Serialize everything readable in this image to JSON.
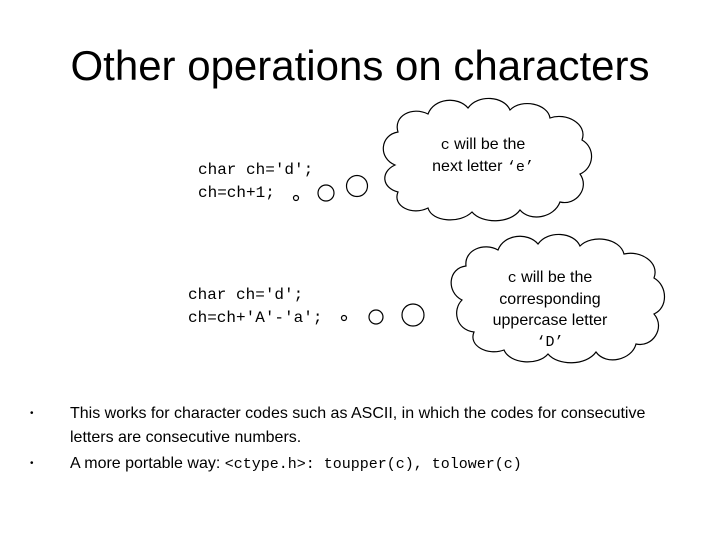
{
  "slide": {
    "title": "Other operations on characters"
  },
  "example1": {
    "code_line1": "char ch='d';",
    "code_line2": "ch=ch+1;",
    "bubble_prefix": "c",
    "bubble_line1_rest": " will be the",
    "bubble_line2_text": "next letter ",
    "bubble_line2_code": "‘e’"
  },
  "example2": {
    "code_line1": "char ch='d';",
    "code_line2": "ch=ch+'A'-'a';",
    "bubble_prefix": "c",
    "bubble_line1_rest": " will be  the",
    "bubble_line2": "corresponding",
    "bubble_line3": "uppercase letter",
    "bubble_line4_code": "‘D’"
  },
  "bullets": {
    "mark": "•",
    "item1": "This works for character codes such as ASCII, in which the codes for consecutive letters are consecutive numbers.",
    "item2_prefix": "A more portable way: ",
    "item2_code1": "<ctype.h>",
    "item2_colon": ": ",
    "item2_code2": "toupper(c), tolower(c)"
  }
}
